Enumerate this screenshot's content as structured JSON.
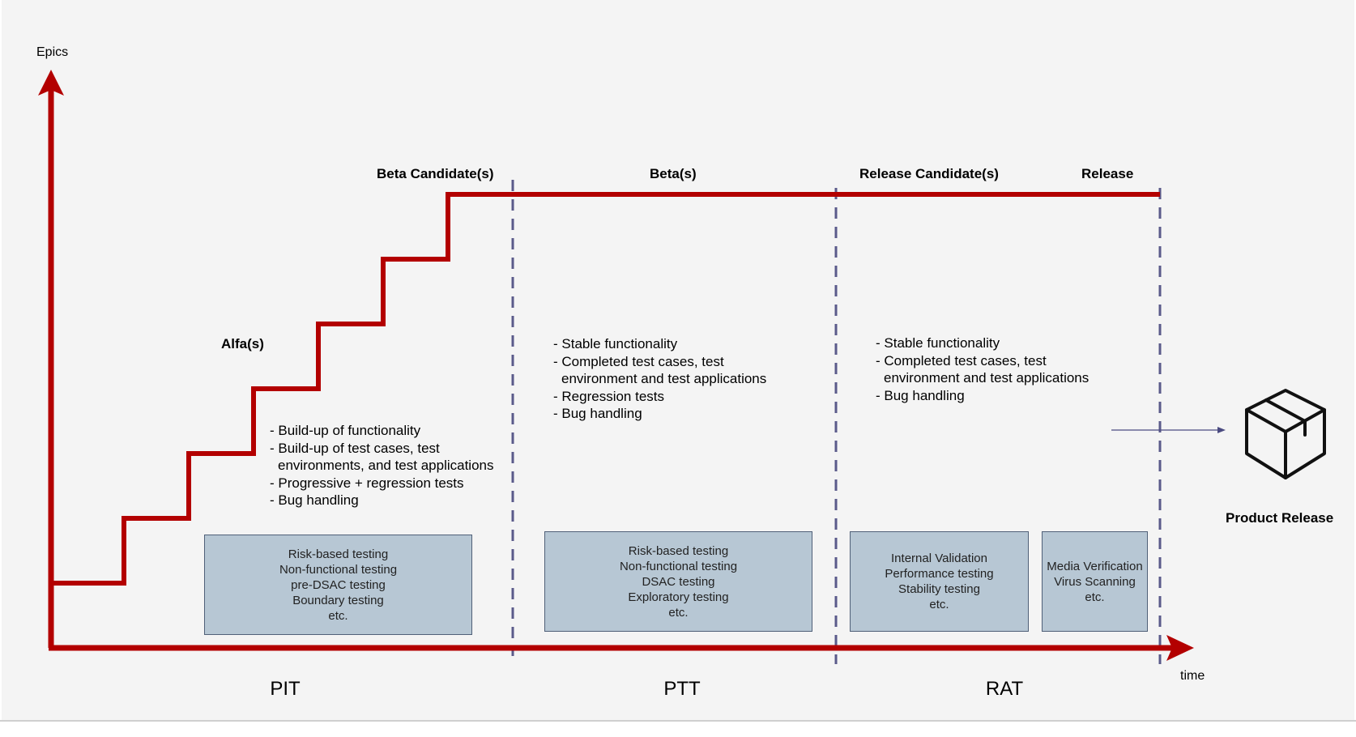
{
  "axes": {
    "y_label": "Epics",
    "x_label": "time"
  },
  "milestones": {
    "alfa": "Alfa(s)",
    "beta_candidate": "Beta Candidate(s)",
    "beta": "Beta(s)",
    "release_candidate": "Release Candidate(s)",
    "release": "Release"
  },
  "phases": [
    {
      "label": "PIT"
    },
    {
      "label": "PTT"
    },
    {
      "label": "RAT"
    }
  ],
  "bullet_lists": {
    "pit": [
      "Build-up of functionality",
      "Build-up of test cases, test\nenvironments, and test applications",
      "Progressive + regression tests",
      "Bug handling"
    ],
    "ptt": [
      "Stable functionality",
      "Completed test cases, test\nenvironment and test applications",
      "Regression tests",
      "Bug handling"
    ],
    "rat": [
      "Stable functionality",
      "Completed test cases, test\nenvironment and test applications",
      "Bug handling"
    ]
  },
  "test_boxes": {
    "pit": [
      "Risk-based testing",
      "Non-functional testing",
      "pre-DSAC testing",
      "Boundary testing",
      "etc."
    ],
    "ptt": [
      "Risk-based testing",
      "Non-functional testing",
      "DSAC testing",
      "Exploratory testing",
      "etc."
    ],
    "rat_internal": [
      "Internal Validation",
      "Performance testing",
      "Stability testing",
      "etc."
    ],
    "rat_media": [
      "Media Verification",
      "Virus Scanning",
      "etc."
    ]
  },
  "product_release": {
    "label": "Product Release",
    "icon": "package-box-icon"
  },
  "colors": {
    "background": "#f4f4f4",
    "axis_red": "#b30000",
    "divider": "#5a5a8a",
    "box_fill": "#b7c7d4",
    "box_border": "#506078"
  }
}
